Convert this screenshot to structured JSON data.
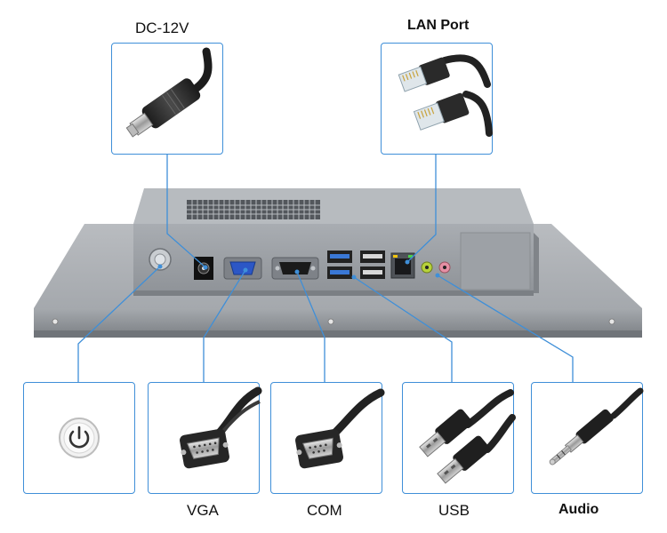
{
  "labels": {
    "dc": "DC-12V",
    "lan": "LAN Port",
    "vga": "VGA",
    "com": "COM",
    "usb": "USB",
    "audio": "Audio"
  }
}
